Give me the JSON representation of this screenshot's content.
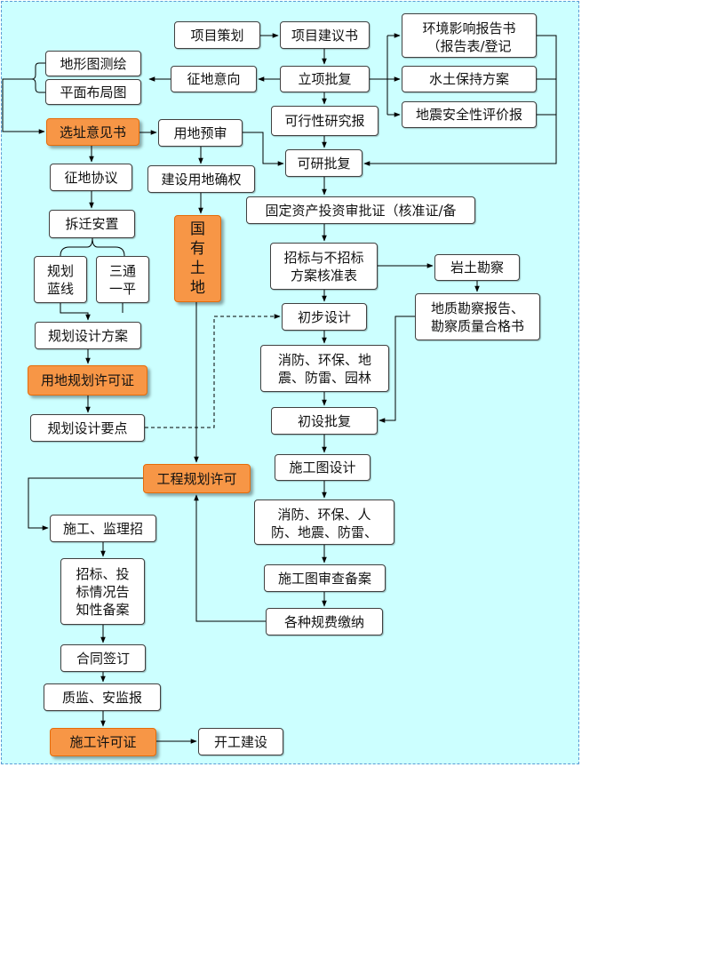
{
  "accent": "#f79646",
  "background": "#ccffff",
  "nodes": {
    "xiangmu_cehua": "项目策划",
    "xiangmu_jianyishu": "项目建议书",
    "huanjing": "环境影响报告书\n（报告表/登记",
    "shuitu": "水土保持方案",
    "dizhen_pingjia": "地震安全性评价报",
    "lixiang_pifu": "立项批复",
    "zhengdi_yixiang": "征地意向",
    "dixingtu": "地形图测绘",
    "pingmian": "平面布局图",
    "kexingxing": "可行性研究报",
    "xuanzhi": "选址意见书",
    "yongdi_yushen": "用地预审",
    "keyan_pifu": "可研批复",
    "zhengdi_xieyi": "征地协议",
    "jianshe_quequan": "建设用地确权",
    "guding_zichan": "固定资产投资审批证（核准证/备",
    "chaiqian": "拆迁安置",
    "guoyou_tudi": "国\n有\n土\n地",
    "zhaobiao_hezhun": "招标与不招标\n方案核准表",
    "yantu_kancha": "岩土勘察",
    "guihua_lanxian": "规划\n蓝线",
    "santong": "三通\n一平",
    "dizhi_baogao": "地质勘察报告、\n勘察质量合格书",
    "chubu_sheji": "初步设计",
    "guihua_fangan": "规划设计方案",
    "xiaofang1": "消防、环保、地\n震、防雷、园林",
    "yongdi_guihua_xuke": "用地规划许可证",
    "chushe_pifu": "初设批复",
    "guihua_yaodian": "规划设计要点",
    "shigongtu_sheji": "施工图设计",
    "gongcheng_guihua_xuke": "工程规划许可",
    "xiaofang2": "消防、环保、人\n防、地震、防雷、",
    "shigong_jianli": "施工、监理招",
    "shigongtu_beian": "施工图审查备案",
    "zhaobiao_beian": "招标、投\n标情况告\n知性备案",
    "guifei_jiaona": "各种规费缴纳",
    "hetong": "合同签订",
    "zhijian": "质监、安监报",
    "shigong_xuke": "施工许可证",
    "kaigong": "开工建设"
  }
}
